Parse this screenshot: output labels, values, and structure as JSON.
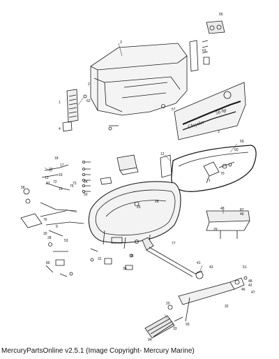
{
  "footer": {
    "caption": "MercuryPartsOnline v2.5.1 (Image Copyright- Mercury Marine)"
  },
  "diagram": {
    "decal_text": [
      "Chrysler",
      "56 hp"
    ],
    "callouts": [
      "65",
      "3",
      "62",
      "63",
      "2",
      "1",
      "3",
      "57",
      "4",
      "60",
      "18",
      "59",
      "17",
      "20",
      "16",
      "27",
      "15",
      "75",
      "13",
      "12",
      "71",
      "70",
      "72",
      "73",
      "24",
      "58",
      "50",
      "25",
      "28",
      "48",
      "46",
      "76",
      "9",
      "30",
      "28",
      "29",
      "87",
      "77",
      "53",
      "80",
      "31",
      "35",
      "36",
      "41",
      "43",
      "51",
      "48",
      "46",
      "47",
      "42",
      "32",
      "94",
      "33",
      "20",
      "90",
      "93"
    ]
  }
}
